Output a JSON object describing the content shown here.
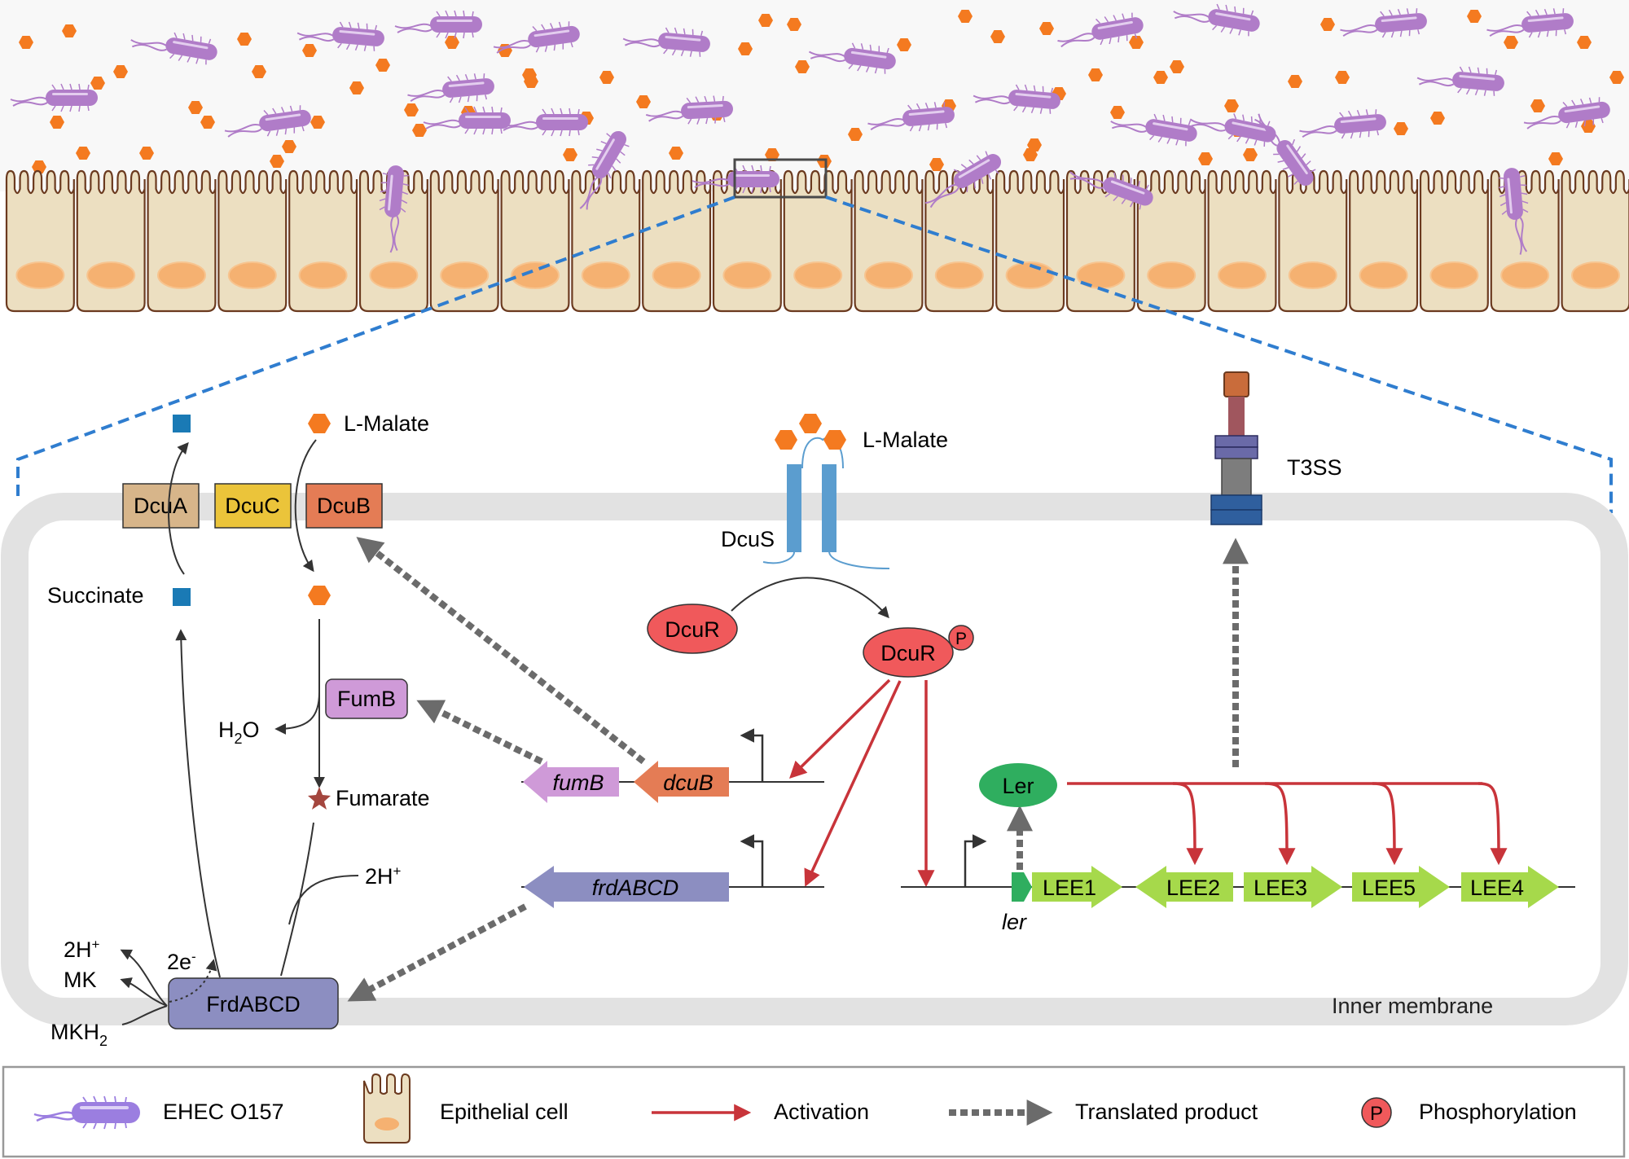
{
  "labels": {
    "l_malate_left": "L-Malate",
    "l_malate_right": "L-Malate",
    "dcua": "DcuA",
    "dcuc": "DcuC",
    "dcub": "DcuB",
    "succinate": "Succinate",
    "fumb": "FumB",
    "h2o_h": "H",
    "h2o_sub": "2",
    "h2o_o": "O",
    "fumarate": "Fumarate",
    "two_h_plus_right": "2H",
    "two_h_plus_right_sup": "+",
    "two_h_plus_left": "2H",
    "two_h_plus_left_sup": "+",
    "two_e": "2e",
    "two_e_sup": "-",
    "mk": "MK",
    "mkh2": "MKH",
    "mkh2_sub": "2",
    "frdabcd_protein": "FrdABCD",
    "dcus": "DcuS",
    "dcur": "DcuR",
    "dcur_p": "DcuR",
    "p_badge": "P",
    "gene_fumb": "fumB",
    "gene_dcub": "dcuB",
    "gene_frdabcd": "frdABCD",
    "ler_protein": "Ler",
    "ler_gene": "ler",
    "lee1": "LEE1",
    "lee2": "LEE2",
    "lee3": "LEE3",
    "lee5": "LEE5",
    "lee4": "LEE4",
    "t3ss": "T3SS",
    "inner_membrane": "Inner membrane"
  },
  "legend": {
    "ehec": "EHEC O157",
    "epithelial": "Epithelial cell",
    "activation": "Activation",
    "translated": "Translated product",
    "p_badge": "P",
    "phosphorylation": "Phosphorylation"
  },
  "colors": {
    "bacterium": "#b07cc8",
    "malate": "#f47a20",
    "succinate": "#1a7ab5",
    "epithelium": "#ecdfc1",
    "membrane": "#e2e2e2",
    "dcua": "#d7b58a",
    "dcuc": "#ebc43a",
    "dcub": "#e47c55",
    "fumb": "#cf9ad8",
    "frd": "#8c8ec1",
    "dcur": "#f0595b",
    "ler": "#2fae5f",
    "lee": "#a6d94b",
    "activation": "#c8343a",
    "translated": "#6b6b6b",
    "zoom": "#2f7dcf",
    "dcus": "#5b9dcf"
  },
  "icons": [
    "bacterium-icon",
    "epithelial-cell-icon",
    "l-malate-icon",
    "succinate-icon",
    "fumarate-icon",
    "activation-arrow-icon",
    "translated-arrow-icon",
    "promoter-arrow-icon"
  ]
}
